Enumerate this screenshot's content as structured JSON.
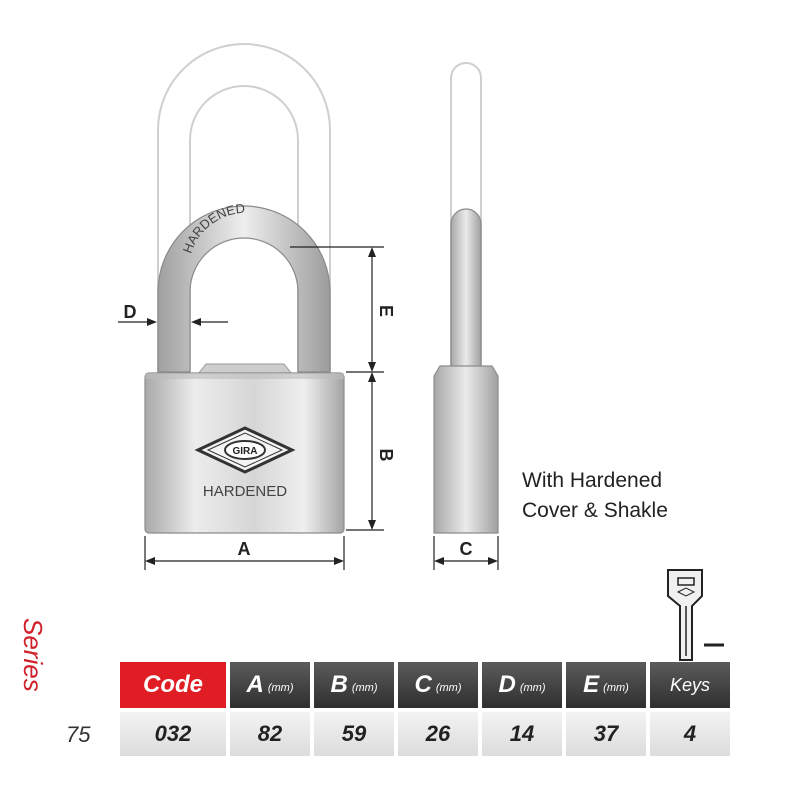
{
  "drawing": {
    "dimensions": {
      "a": "A",
      "b": "B",
      "c": "C",
      "d": "D",
      "e": "E"
    },
    "shackle_engraving": "HARDENED",
    "body_engraving": "HARDENED",
    "logo_text": "GIRA"
  },
  "note": {
    "line1": "With Hardened",
    "line2": "Cover & Shakle"
  },
  "series": {
    "label": "Series",
    "value": "75"
  },
  "table": {
    "headers": [
      {
        "main": "Code",
        "unit": ""
      },
      {
        "main": "A",
        "unit": "(mm)"
      },
      {
        "main": "B",
        "unit": "(mm)"
      },
      {
        "main": "C",
        "unit": "(mm)"
      },
      {
        "main": "D",
        "unit": "(mm)"
      },
      {
        "main": "E",
        "unit": "(mm)"
      },
      {
        "main": "Keys",
        "unit": ""
      }
    ],
    "values": [
      "032",
      "82",
      "59",
      "26",
      "14",
      "37",
      "4"
    ]
  },
  "colors": {
    "accent_red": "#e01c24",
    "header_dark": "#3a3a3a",
    "metal_light": "#e6e6e6",
    "metal_dark": "#9a9a9a"
  }
}
